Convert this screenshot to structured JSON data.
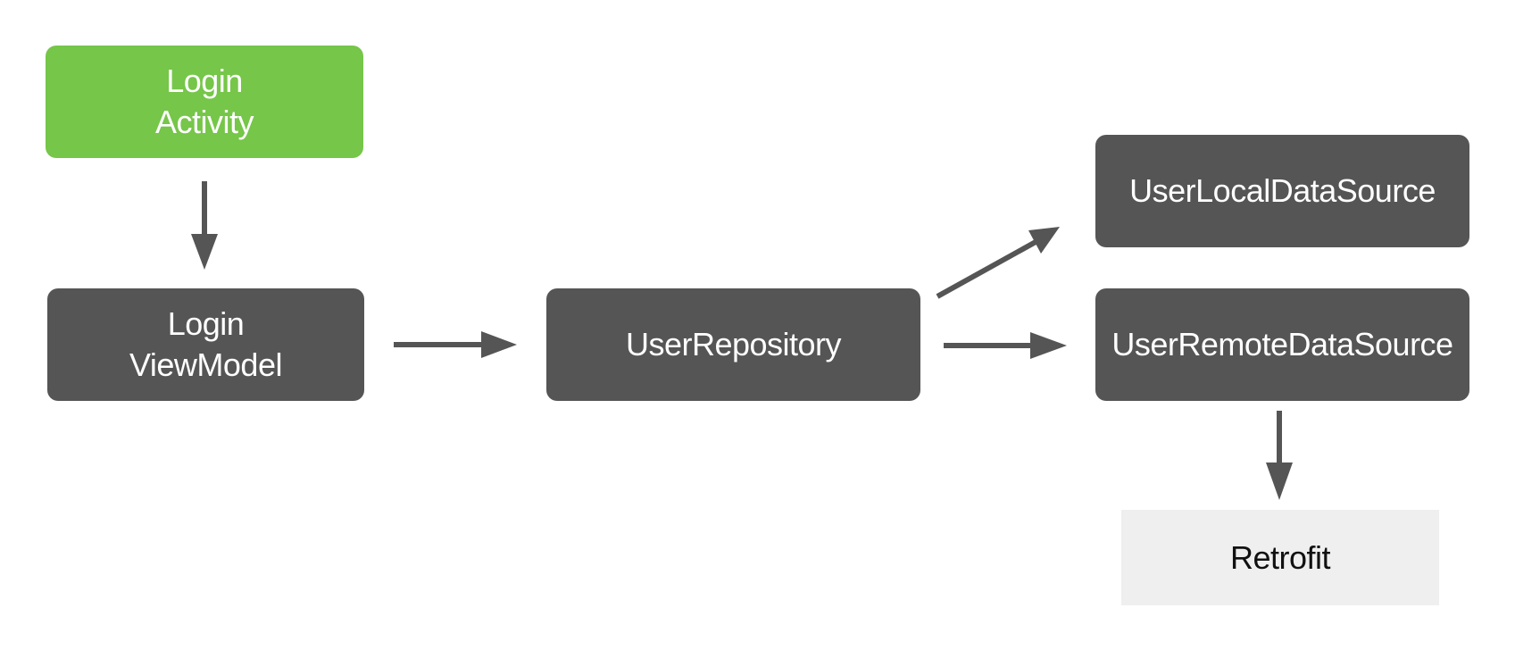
{
  "nodes": {
    "login_activity": {
      "label": "Login\nActivity",
      "color": "#76c649"
    },
    "login_viewmodel": {
      "label": "Login\nViewModel",
      "color": "#555555"
    },
    "user_repository": {
      "label": "UserRepository",
      "color": "#555555"
    },
    "user_local_data_source": {
      "label": "UserLocalDataSource",
      "color": "#555555"
    },
    "user_remote_data_source": {
      "label": "UserRemoteDataSource",
      "color": "#555555"
    },
    "retrofit": {
      "label": "Retrofit",
      "color": "#efefef"
    }
  },
  "edges": [
    {
      "from": "Login\nActivity",
      "to": "Login\nViewModel"
    },
    {
      "from": "Login\nViewModel",
      "to": "UserRepository"
    },
    {
      "from": "UserRepository",
      "to": "UserLocalDataSource"
    },
    {
      "from": "UserRepository",
      "to": "UserRemoteDataSource"
    },
    {
      "from": "UserRemoteDataSource",
      "to": "Retrofit"
    }
  ],
  "colors": {
    "arrow": "#555555",
    "text_light": "#ffffff",
    "text_dark": "#111111"
  }
}
